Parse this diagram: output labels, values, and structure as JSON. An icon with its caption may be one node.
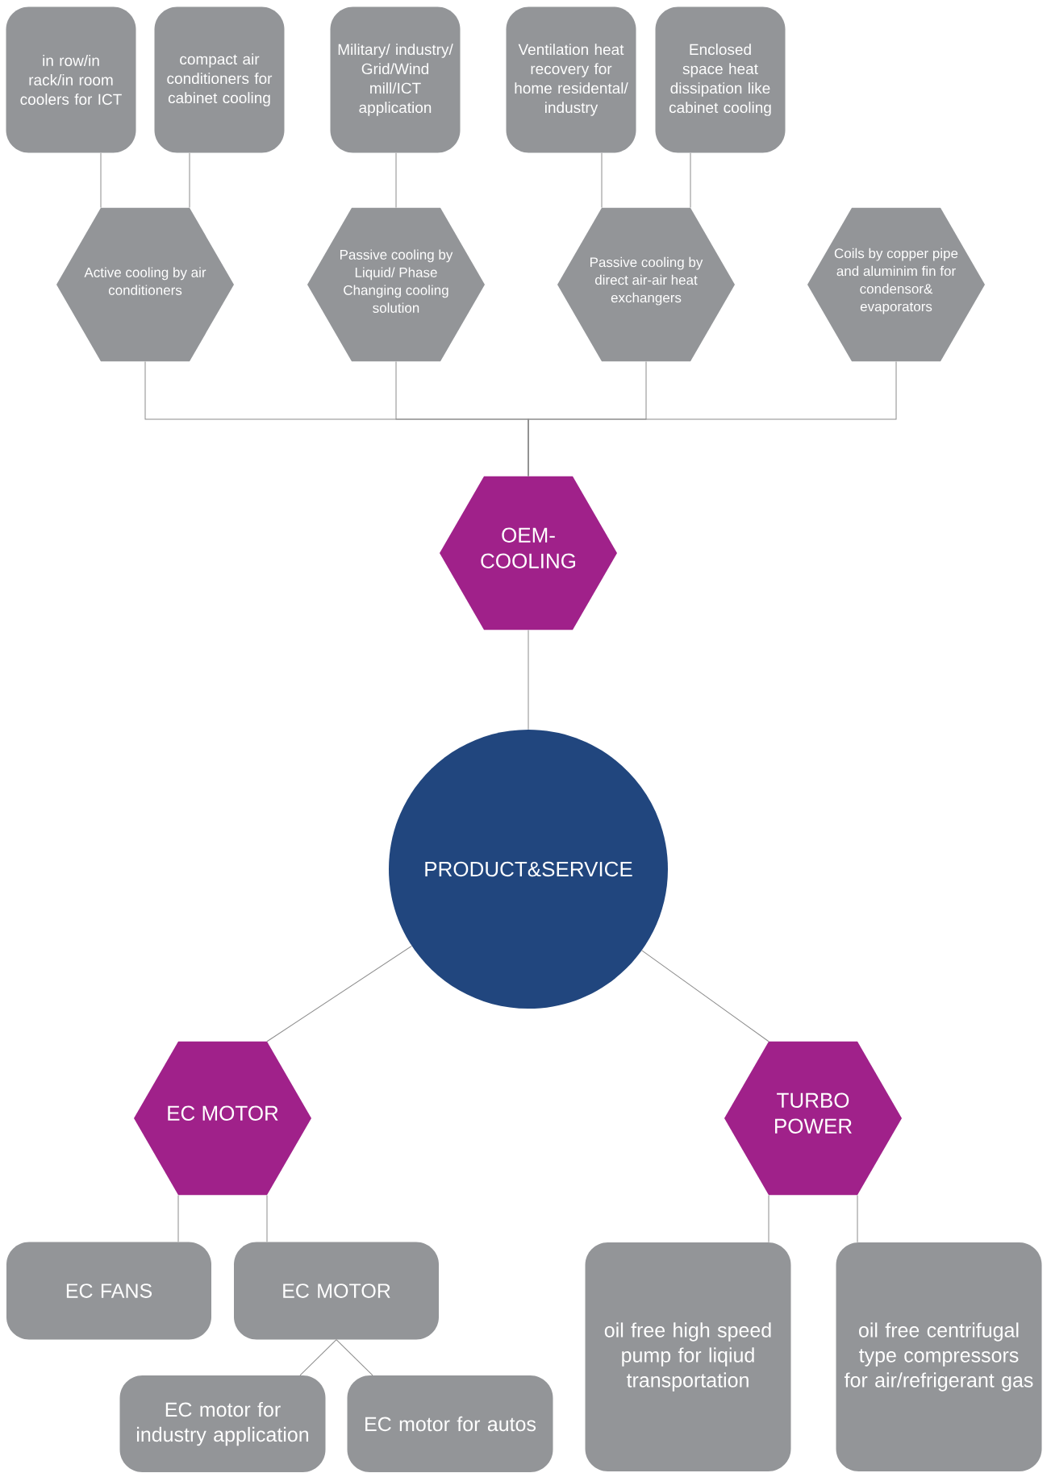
{
  "diagram": {
    "nodes": [
      {
        "text": [
          "in row/in rack/in room coolers for ICT"
        ]
      },
      {
        "text": [
          "compact air conditioners for cabinet cooling"
        ]
      },
      {
        "text": [
          "Military/ industry/ Grid/Wind mill/ICT application"
        ]
      },
      {
        "text": [
          "Ventilation heat recovery for home residental/ industry"
        ]
      },
      {
        "text": [
          "Enclosed space heat dissipation like cabinet cooling"
        ]
      },
      {
        "text": [
          "Active cooling by air conditioners"
        ]
      },
      {
        "text": [
          "Passive cooling by Liquid/ Phase Changing cooling solution"
        ]
      },
      {
        "text": [
          "Passive cooling by direct air-air heat exchangers"
        ]
      },
      {
        "text": [
          "Coils by copper pipe and aluminim fin for condensor& evaporators"
        ]
      },
      {
        "text": [
          "OEM-COOLING"
        ]
      },
      {
        "text": [
          "PRODUCT&SERVICE"
        ]
      },
      {
        "text": [
          "EC MOTOR"
        ]
      },
      {
        "text": [
          "TURBO POWER"
        ]
      },
      {
        "text": [
          "EC FANS"
        ]
      },
      {
        "text": [
          "EC MOTOR"
        ]
      },
      {
        "text": [
          "EC motor for industry application"
        ]
      },
      {
        "text": [
          "EC motor for autos"
        ]
      },
      {
        "text": [
          "oil free high speed pump for liqiud transportation"
        ]
      },
      {
        "text": [
          "oil free centrifugal type compressors for air/refrigerant gas"
        ]
      }
    ],
    "edges": [
      {
        "from": 5,
        "to": 0,
        "arrow": "none"
      },
      {
        "from": 5,
        "to": 1,
        "arrow": "none"
      },
      {
        "from": 6,
        "to": 2,
        "arrow": "none"
      },
      {
        "from": 7,
        "to": 3,
        "arrow": "none"
      },
      {
        "from": 7,
        "to": 4,
        "arrow": "none"
      },
      {
        "from": 9,
        "to": 5,
        "arrow": "none"
      },
      {
        "from": 9,
        "to": 6,
        "arrow": "none"
      },
      {
        "from": 9,
        "to": 7,
        "arrow": "none"
      },
      {
        "from": 9,
        "to": 8,
        "arrow": "none"
      },
      {
        "from": 9,
        "to": 10,
        "arrow": "none"
      },
      {
        "from": 10,
        "to": 11,
        "arrow": "none"
      },
      {
        "from": 10,
        "to": 12,
        "arrow": "none"
      },
      {
        "from": 11,
        "to": 13,
        "arrow": "none"
      },
      {
        "from": 11,
        "to": 14,
        "arrow": "none"
      },
      {
        "from": 14,
        "to": 15,
        "arrow": "none"
      },
      {
        "from": 14,
        "to": 16,
        "arrow": "none"
      },
      {
        "from": 12,
        "to": 17,
        "arrow": "none"
      },
      {
        "from": 12,
        "to": 18,
        "arrow": "none"
      }
    ]
  }
}
